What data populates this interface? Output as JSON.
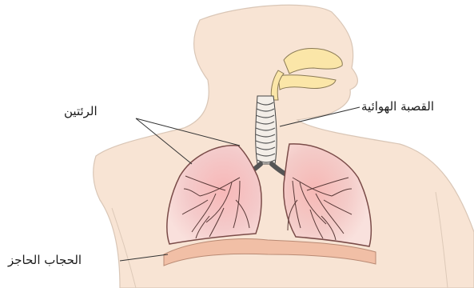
{
  "labels": {
    "lungs": "الرئتين",
    "trachea": "القصبة الهوائية",
    "diaphragm": "الحجاب الحاجز"
  }
}
